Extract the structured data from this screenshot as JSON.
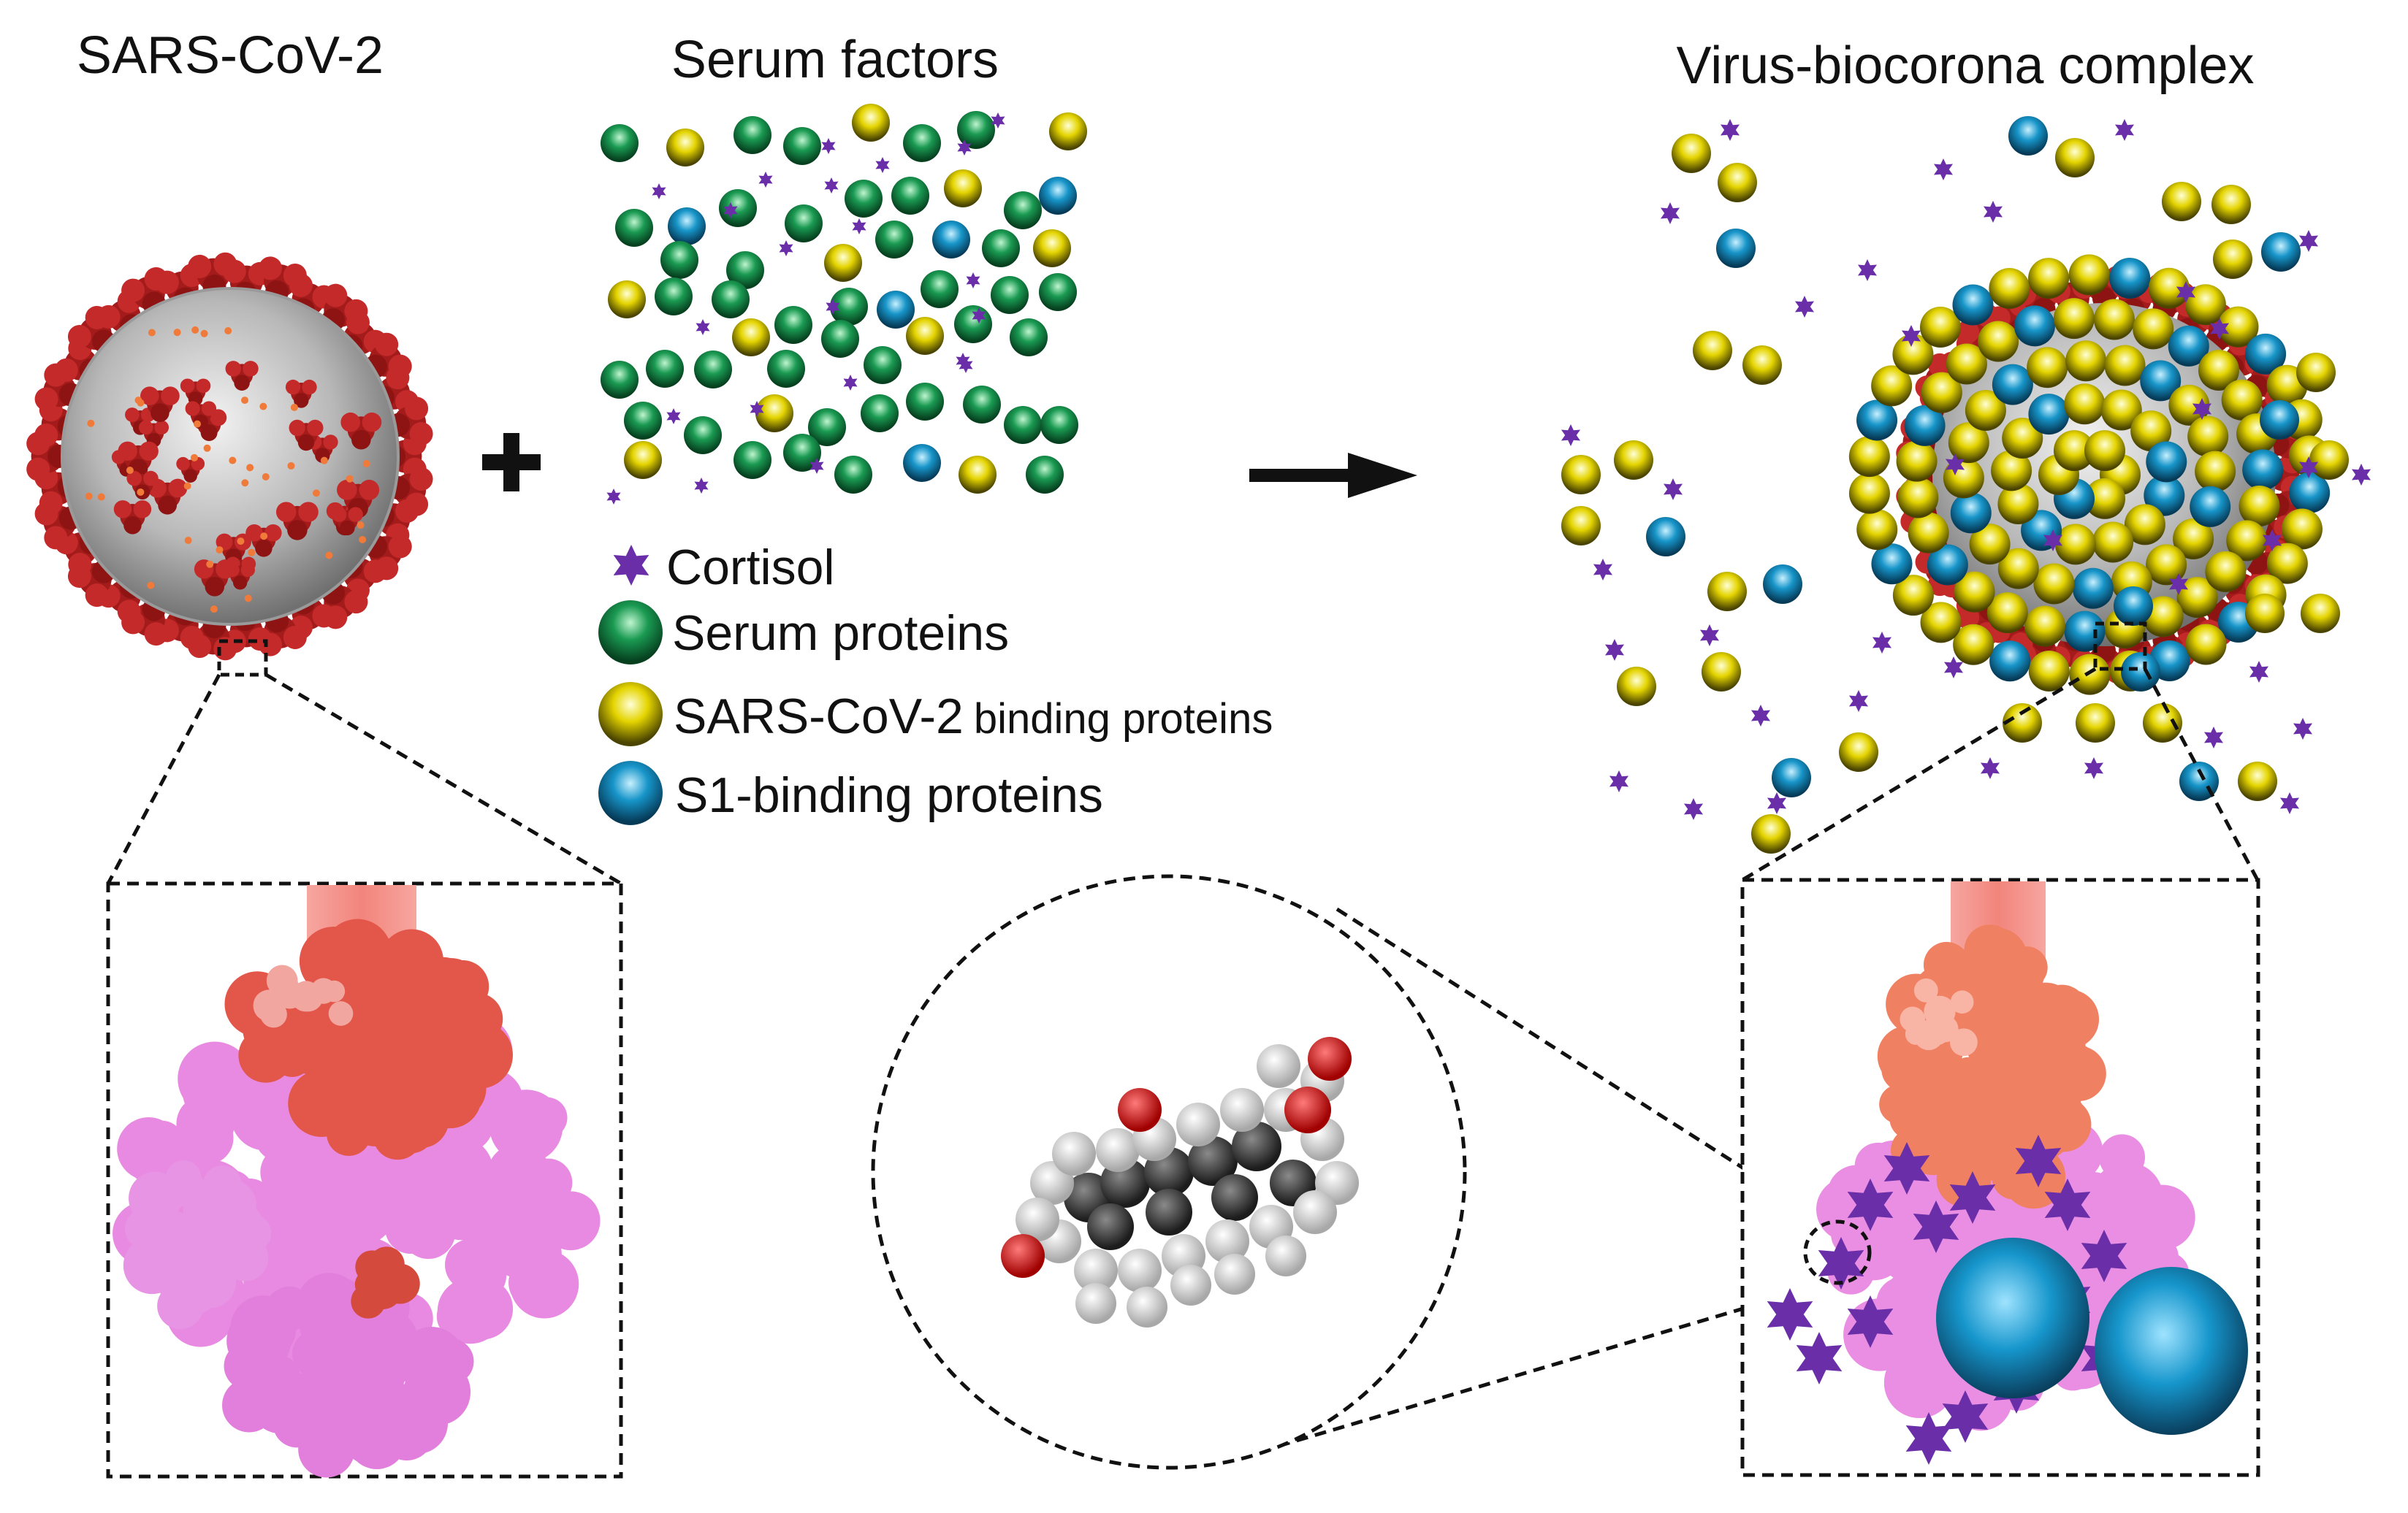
{
  "titles": {
    "virus": "SARS-CoV-2",
    "serum": "Serum factors",
    "complex": "Virus-biocorona complex"
  },
  "legend": {
    "cortisol": "Cortisol",
    "serum_proteins": "Serum proteins",
    "binding_main": "SARS-CoV-2",
    "binding_suffix": "binding proteins",
    "s1": "S1-binding proteins"
  },
  "colors": {
    "serum_protein": "#0f8a45",
    "binding_protein": "#e0d000",
    "s1_protein": "#1595c8",
    "cortisol": "#6a2fa8",
    "virus_spike": "#b02222",
    "spike_top": "#e8604c",
    "spike_base": "#e58ee0"
  }
}
